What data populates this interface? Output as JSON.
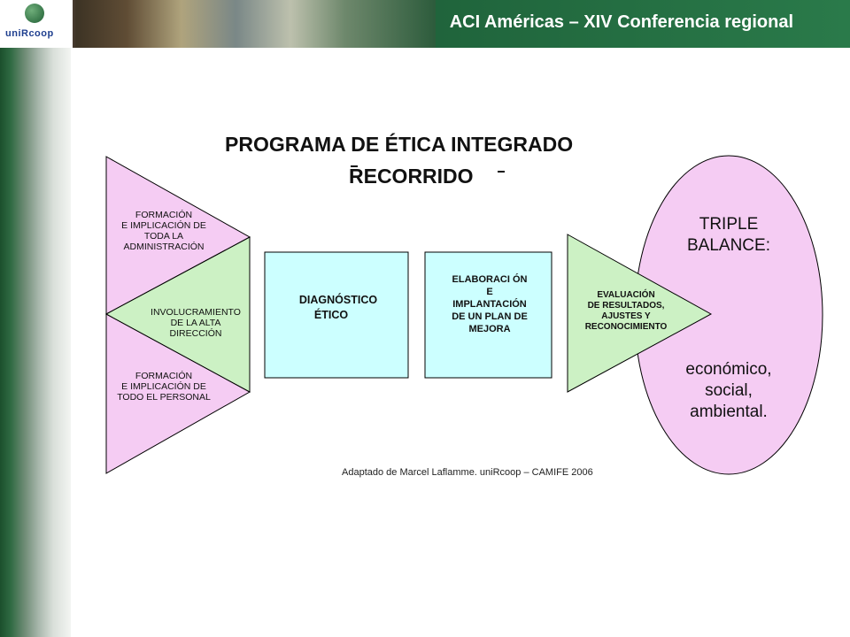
{
  "header": {
    "title": "ACI Américas – XIV Conferencia regional",
    "logo": "uniRcoop"
  },
  "diagram": {
    "title": "PROGRAMA DE ÉTICA INTEGRADO",
    "subtitle": "RECORRIDO",
    "shapes": {
      "formacion_admin": [
        "FORMACIÓN",
        "E IMPLICACIÓN DE",
        "TODA LA",
        "ADMINISTRACIÓN"
      ],
      "involucramiento": [
        "INVOLUCRAMIENTO",
        "DE LA  ALTA",
        "DIRECCIÓN"
      ],
      "formacion_personal": [
        "FORMACIÓN",
        "E IMPLICACIÓN DE",
        "TODO EL PERSONAL"
      ],
      "diagnostico": [
        "DIAGNÓSTICO",
        "ÉTICO"
      ],
      "plan": [
        "ELABORACI ÓN",
        "E",
        "IMPLANTACIÓN",
        "DE UN PLAN DE",
        "MEJORA"
      ],
      "evaluacion": [
        "EVALUACIÓN",
        "DE RESULTADOS,",
        "AJUSTES Y",
        "RECONOCIMIENTO"
      ],
      "triple_title": [
        "TRIPLE",
        "BALANCE:"
      ],
      "triple_items": [
        "económico,",
        "social,",
        "ambiental."
      ]
    },
    "credit": "Adaptado de Marcel Laflamme. uniRcoop – CAMIFE  2006"
  },
  "colors": {
    "pink": "#f5ccf3",
    "green": "#ccf1c4",
    "cyan": "#ccffff",
    "header_green": "#1d5f38"
  }
}
